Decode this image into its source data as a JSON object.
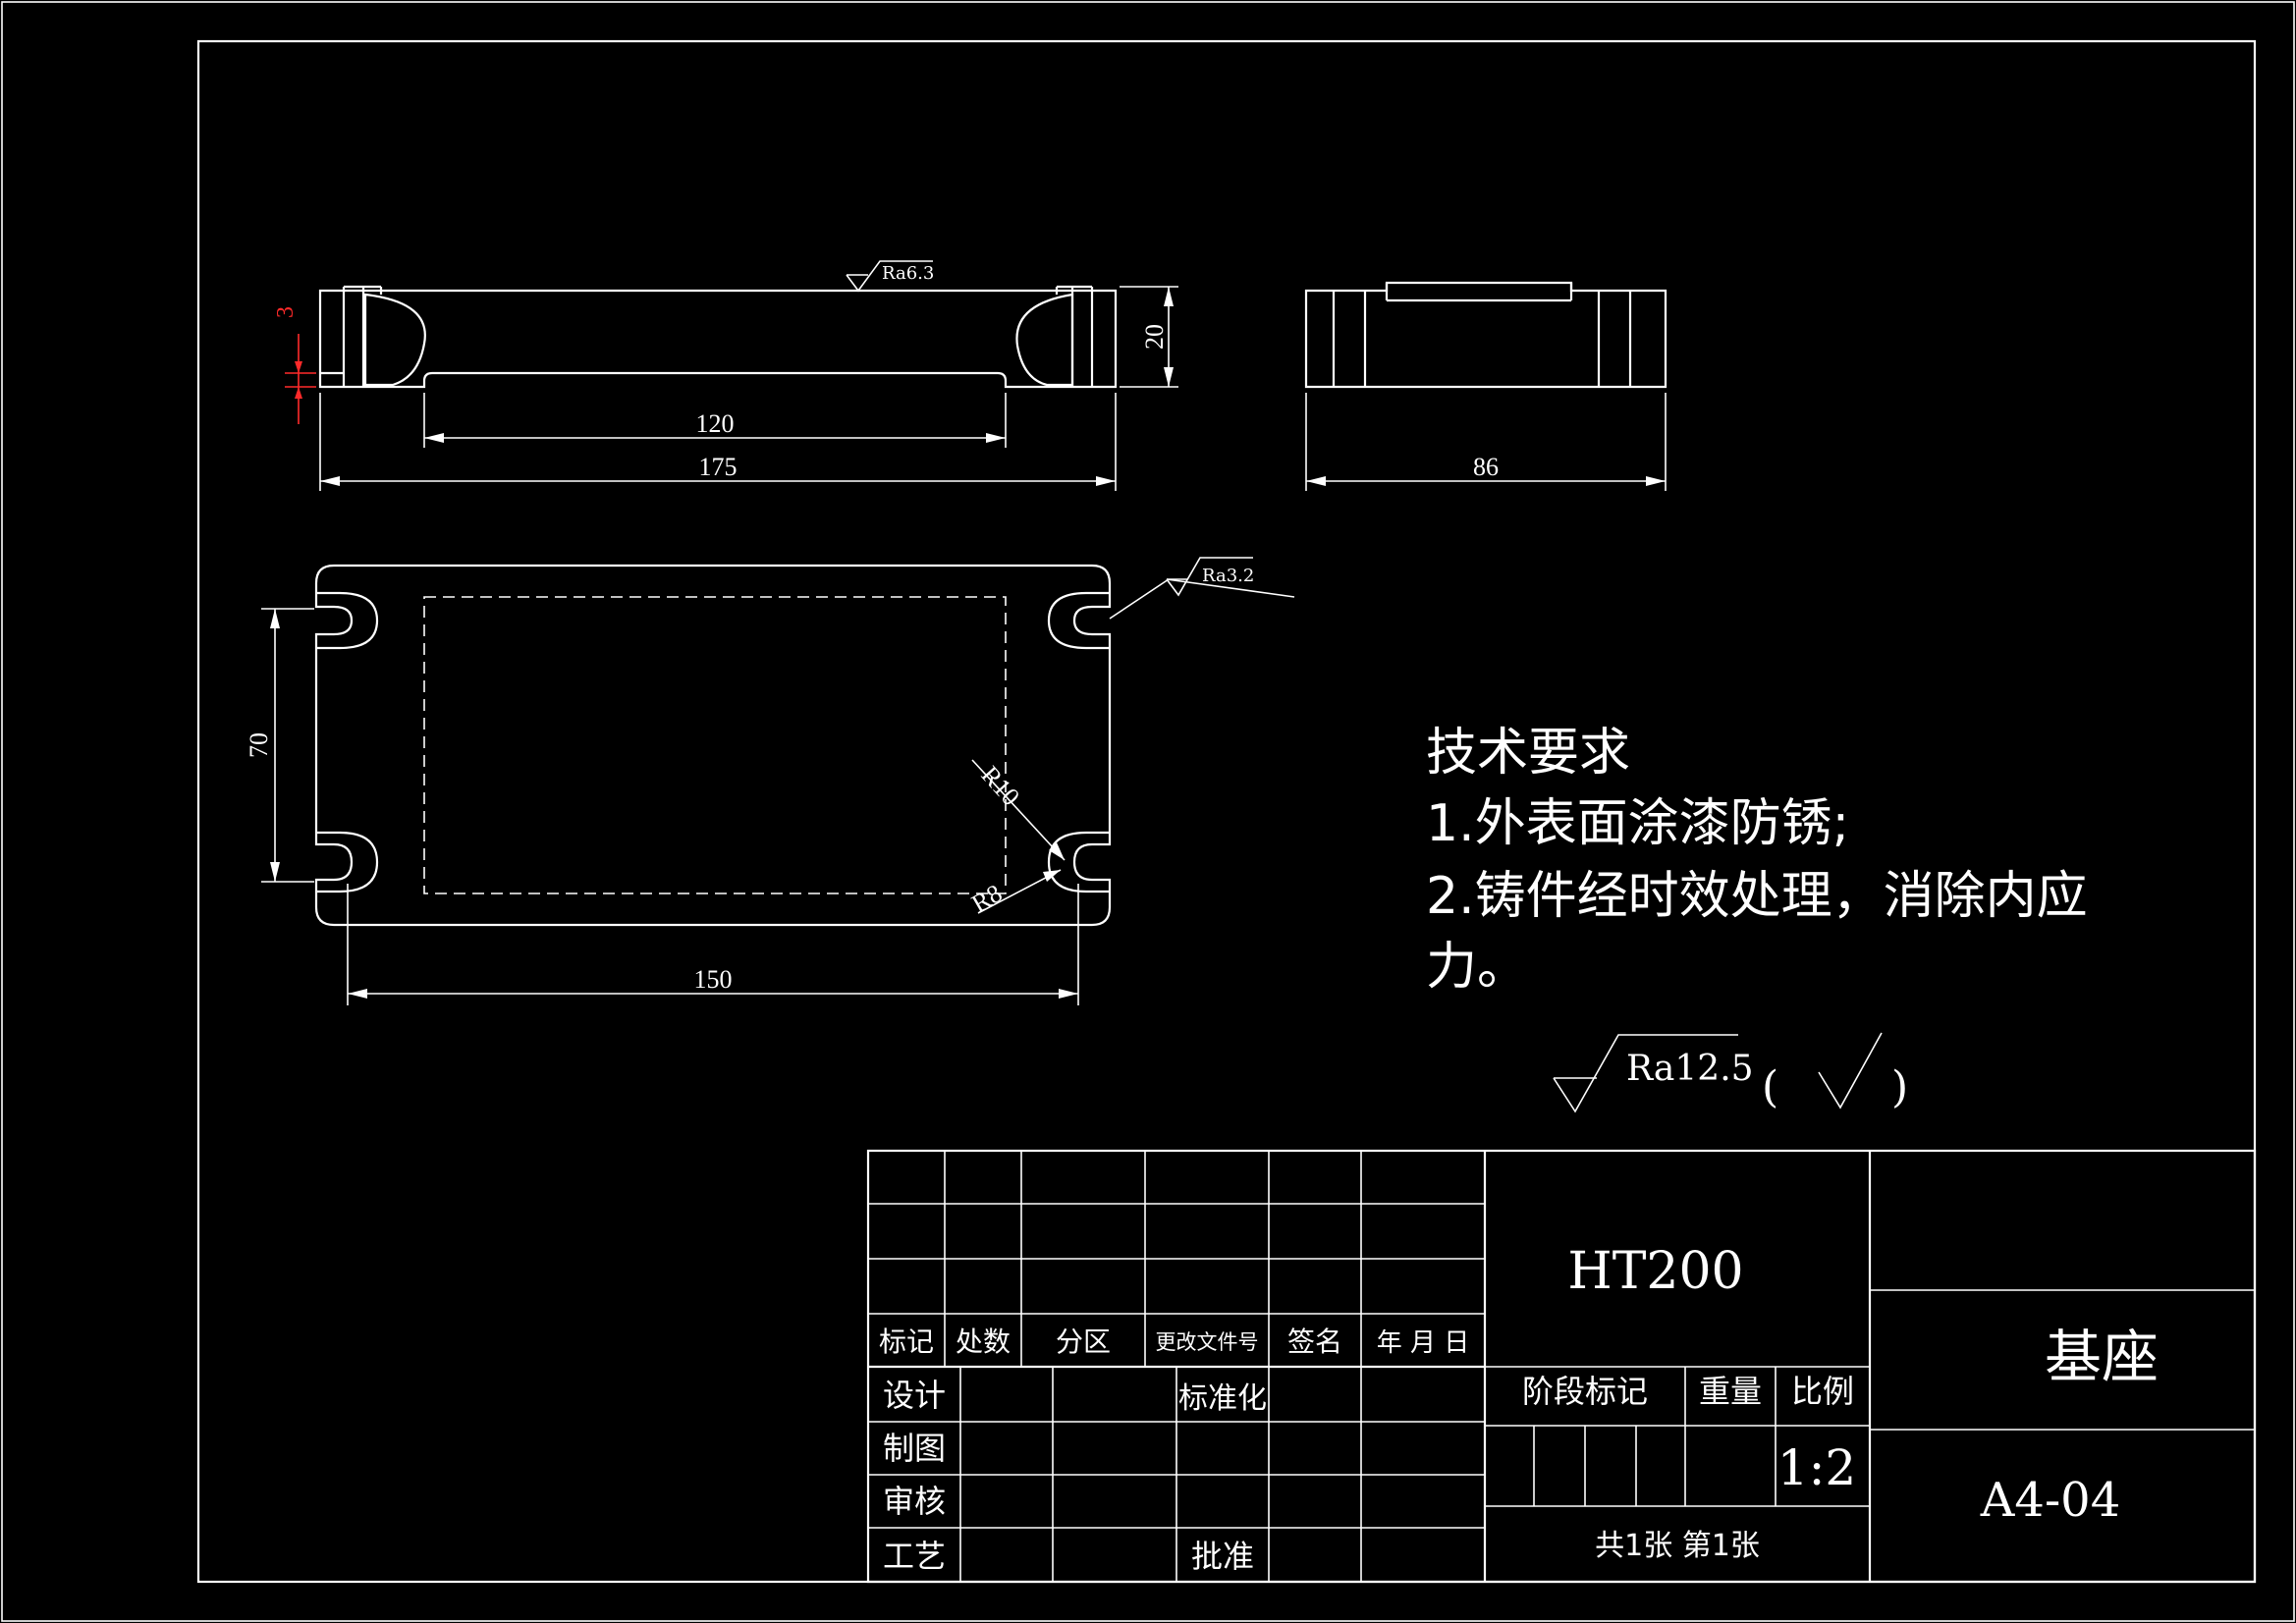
{
  "views": {
    "front": {
      "dims": {
        "inner_len": "120",
        "total_len": "175",
        "height": "20",
        "step": "3"
      },
      "roughness_top": "Ra6.3"
    },
    "side": {
      "dims": {
        "width": "86"
      }
    },
    "top": {
      "dims": {
        "length": "150",
        "width": "70",
        "r_large": "R10",
        "r_small": "R8"
      },
      "roughness_edge": "Ra3.2"
    }
  },
  "tech_requirements": {
    "title": "技术要求",
    "item1": "1.外表面涂漆防锈;",
    "item2": "2.铸件经时效处理，消除内应",
    "item2_cont": "力。"
  },
  "general_roughness": {
    "value": "Ra12.5",
    "paren_open": "(",
    "paren_close": ")"
  },
  "title_block": {
    "headers": {
      "mark": "标记",
      "count": "处数",
      "zone": "分区",
      "change_doc": "更改文件号",
      "signature": "签名",
      "date": "年 月 日"
    },
    "roles": {
      "design": "设计",
      "drafting": "制图",
      "review": "审核",
      "process": "工艺",
      "standardization": "标准化",
      "approval": "批准"
    },
    "material": "HT200",
    "part_name": "基座",
    "drawing_no": "A4-04",
    "stage_mark": "阶段标记",
    "weight": "重量",
    "scale_label": "比例",
    "scale_value": "1:2",
    "sheets": "共1张   第1张"
  },
  "colors": {
    "background": "#000000",
    "lines": "#ffffff",
    "dimension_red": "#ff2a2a"
  }
}
